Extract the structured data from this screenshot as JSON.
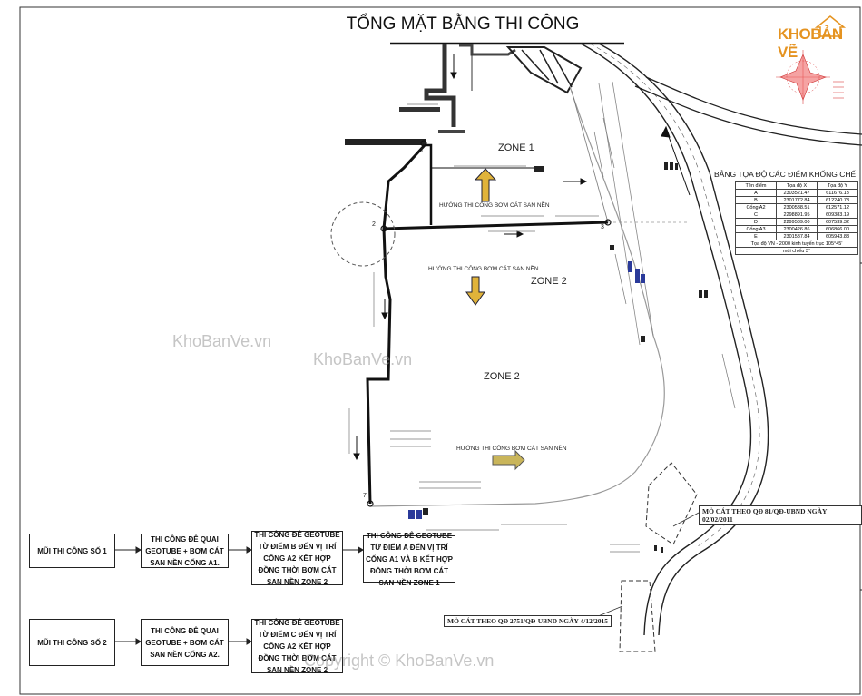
{
  "title": "TỔNG MẶT BẰNG THI CÔNG",
  "logo": {
    "text_a": "KHO",
    "text_b": "BẢN VẼ",
    "color": "#e59320"
  },
  "zones": {
    "zone1": "ZONE 1",
    "zone2_upper": "ZONE 2",
    "zone2_lower": "ZONE 2"
  },
  "direction_labels": {
    "zone1": "HƯỚNG THI CÔNG BƠM CÁT SAN NỀN",
    "zone2_upper": "HƯỚNG THI CÔNG BƠM CÁT SAN NỀN",
    "zone2_lower": "HƯỚNG THI CÔNG BƠM CÁT SAN NỀN"
  },
  "points": [
    "1",
    "2",
    "3",
    "7"
  ],
  "coord_table": {
    "title": "BẢNG TỌA ĐỘ CÁC ĐIỂM KHỐNG CHẾ",
    "headers": [
      "Tên điểm",
      "Tọa độ X",
      "Tọa độ Y"
    ],
    "rows": [
      [
        "A",
        "2303521.47",
        "611676.13"
      ],
      [
        "B",
        "2301772.84",
        "612240.73"
      ],
      [
        "Cống A2",
        "2300588.51",
        "612571.12"
      ],
      [
        "C",
        "2298891.95",
        "609383.19"
      ],
      [
        "D",
        "2299589.00",
        "607539.32"
      ],
      [
        "Cống A3",
        "2300426.86",
        "606866.00"
      ],
      [
        "E",
        "2301587.84",
        "605943.83"
      ]
    ],
    "note_1": "Tọa độ VN - 2000 kinh tuyến trục 105°45'",
    "note_2": "múi chiếu 3°"
  },
  "mine_labels": {
    "upper": "MỎ CÁT THEO QĐ 81/QĐ-UBND NGÀY 02/02/2011",
    "lower": "MỎ CÁT THEO QĐ 2751/QĐ-UBND NGÀY 4/12/2015"
  },
  "workflow": {
    "row1": {
      "team": "MŨI THI CÔNG SỐ 1",
      "step1": "THI CÔNG ĐÊ QUAI GEOTUBE + BƠM CÁT SAN NỀN CỐNG A1.",
      "step2": "THI CÔNG ĐÊ GEOTUBE TỪ ĐIỂM B ĐẾN VỊ TRÍ CỐNG A2 KẾT HỢP ĐỒNG THỜI BƠM CÁT SAN NỀN ZONE 2",
      "step3": "THI CÔNG ĐÊ GEOTUBE TỪ ĐIỂM A ĐẾN VỊ TRÍ CỐNG A1 VÀ B KẾT HỢP ĐỒNG THỜI BƠM CÁT SAN NỀN ZONE 1"
    },
    "row2": {
      "team": "MŨI THI CÔNG SỐ 2",
      "step1": "THI CÔNG ĐÊ QUAI GEOTUBE + BƠM CÁT SAN NỀN CỐNG A2.",
      "step2": "THI CÔNG ĐÊ GEOTUBE TỪ ĐIỂM C ĐẾN VỊ TRÍ CỐNG A2 KẾT HỢP ĐỒNG THỜI BƠM CÁT SAN NỀN ZONE 2"
    }
  },
  "watermarks": {
    "side": "KhoBanVe.vn",
    "center": "KhoBanVe.vn",
    "copyright": "Copyright © KhoBanVe.vn"
  }
}
